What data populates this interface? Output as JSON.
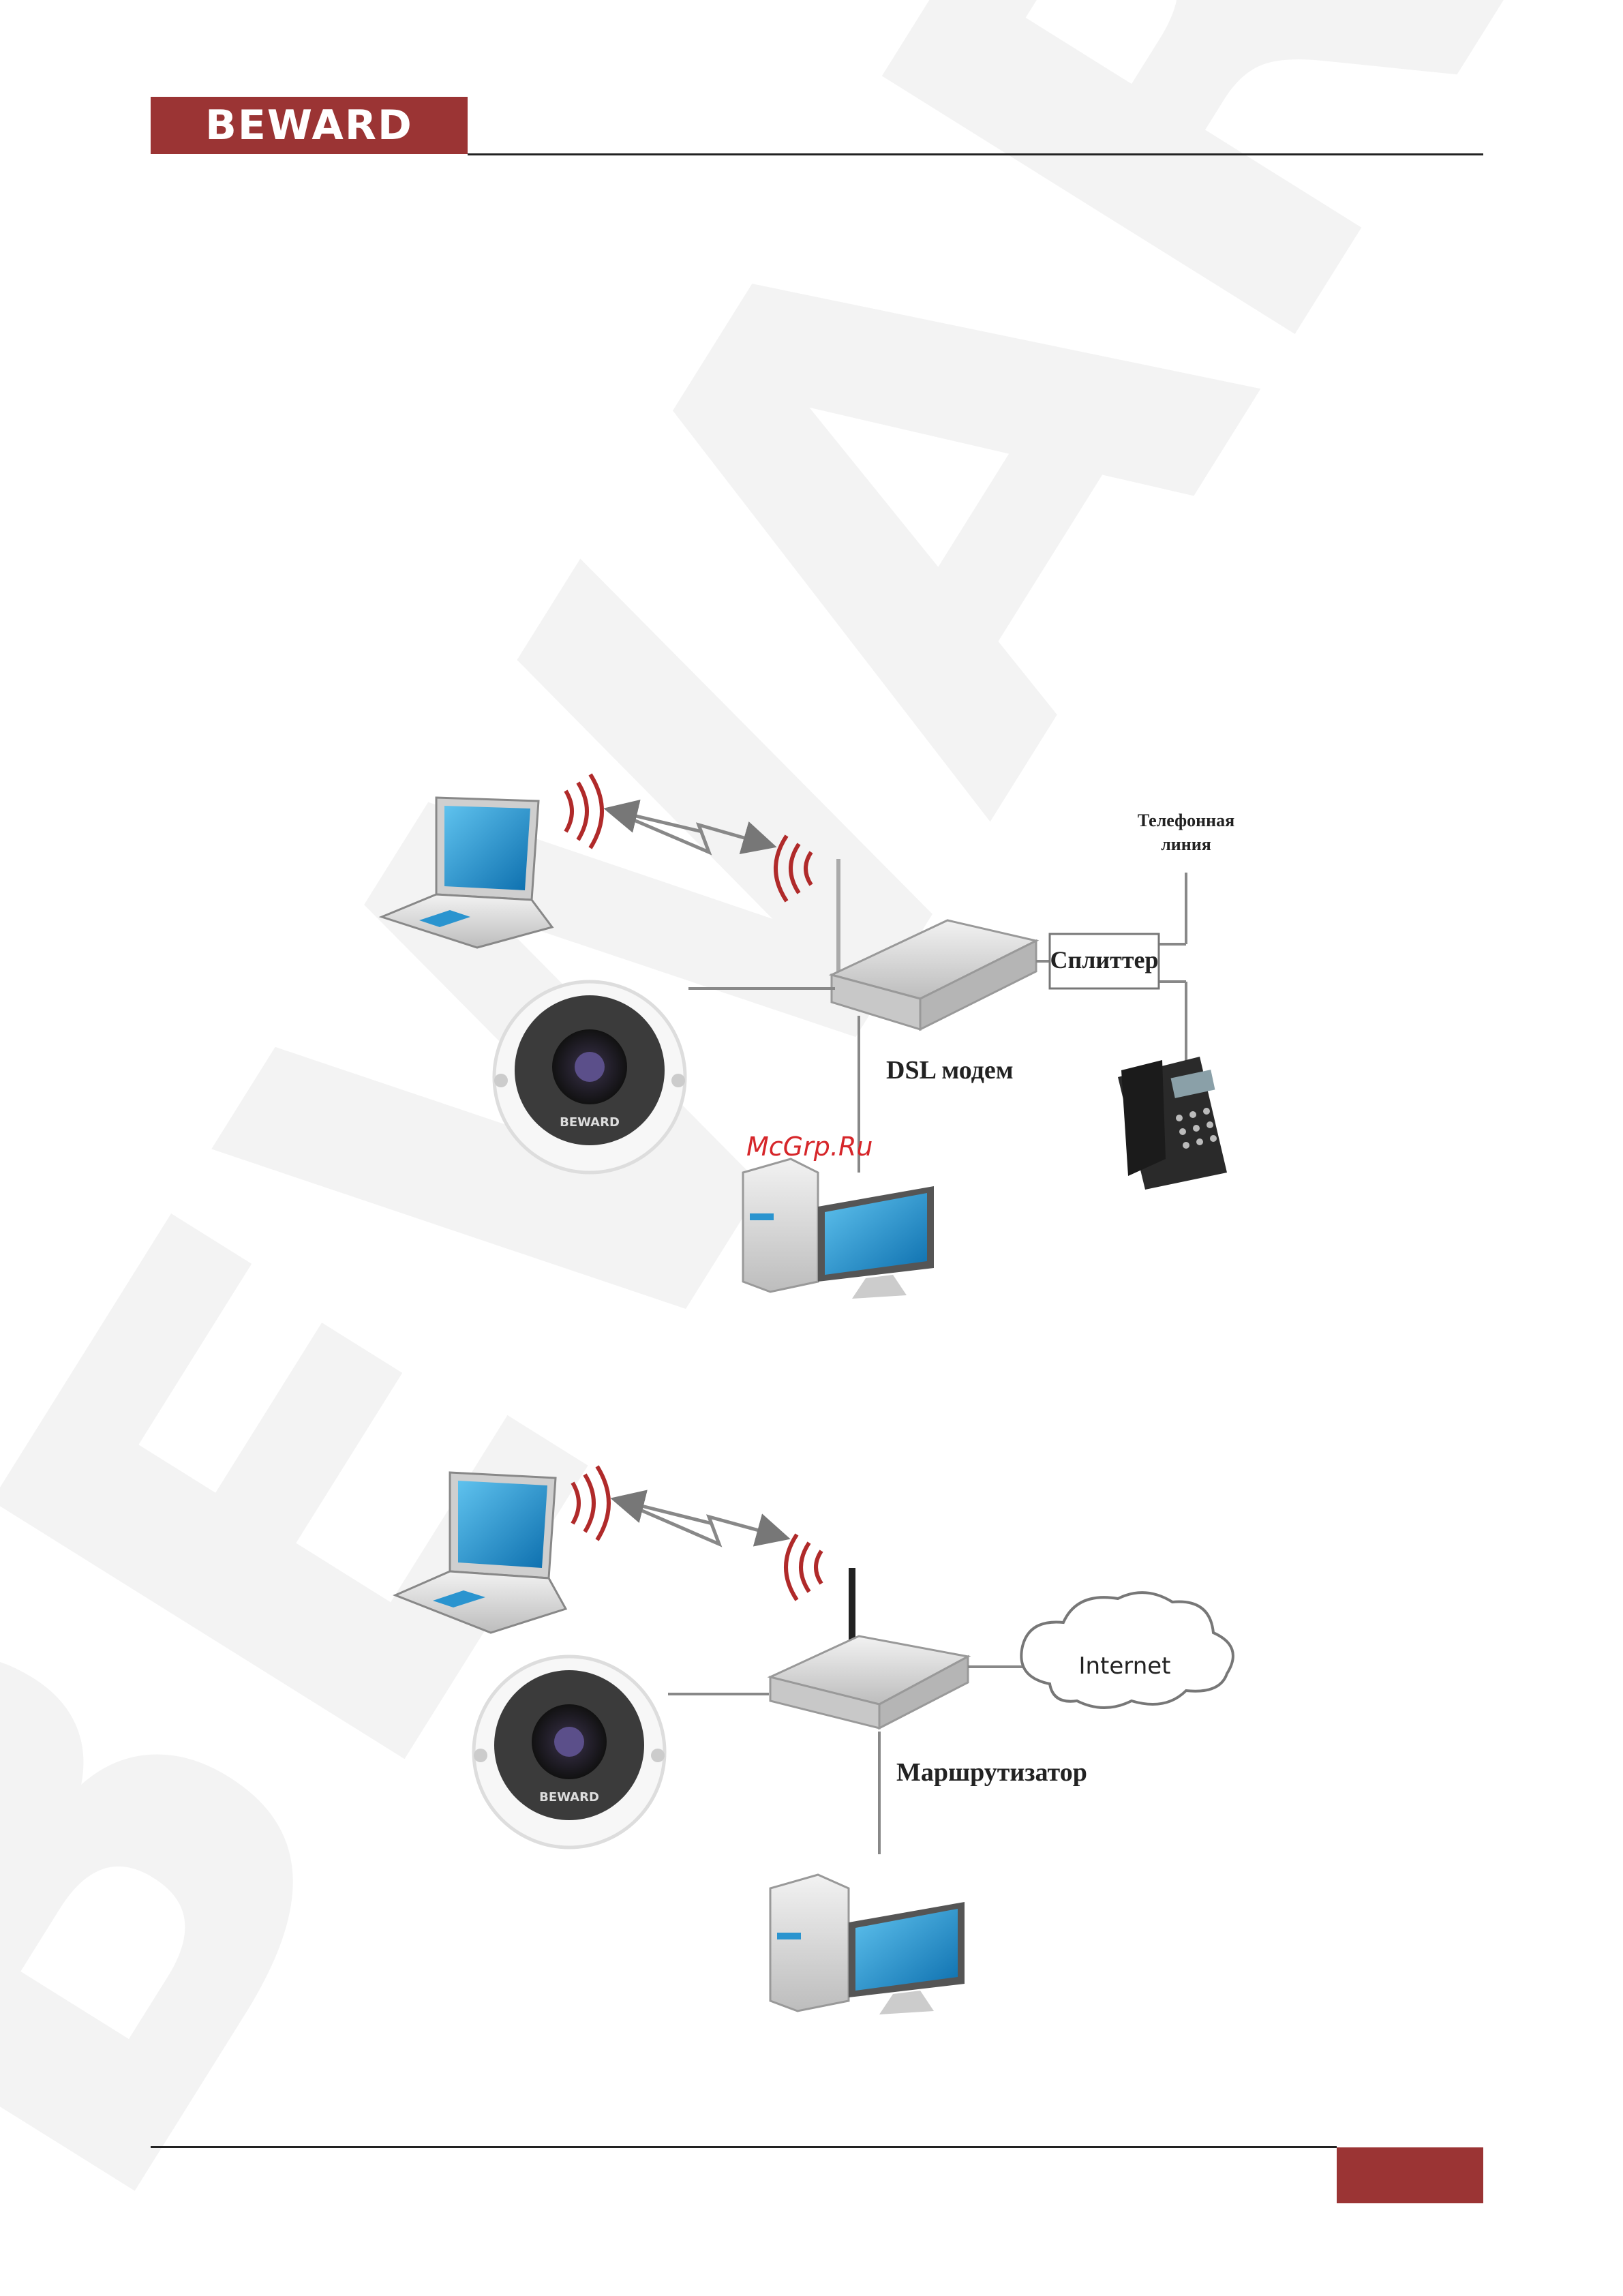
{
  "header": {
    "brand_logo_text": "BEWARD",
    "accent_color": "#9b3434"
  },
  "watermark": {
    "text": "BEWARD",
    "color": "#f4f4f4"
  },
  "diagram_dsl": {
    "phone_line_label_line1": "Телефонная",
    "phone_line_label_line2": "линия",
    "splitter_label": "Сплиттер",
    "modem_label": "DSL модем",
    "camera_brand": "BEWARD"
  },
  "overlay": {
    "site_mark": "McGrp.Ru"
  },
  "diagram_router": {
    "internet_label": "Internet",
    "router_label": "Маршрутизатор",
    "camera_brand": "BEWARD"
  },
  "icons": {
    "signal_color": "#b02a2a",
    "laptop_screen": "#1e8fc8",
    "monitor_screen": "#1e7fc0"
  }
}
